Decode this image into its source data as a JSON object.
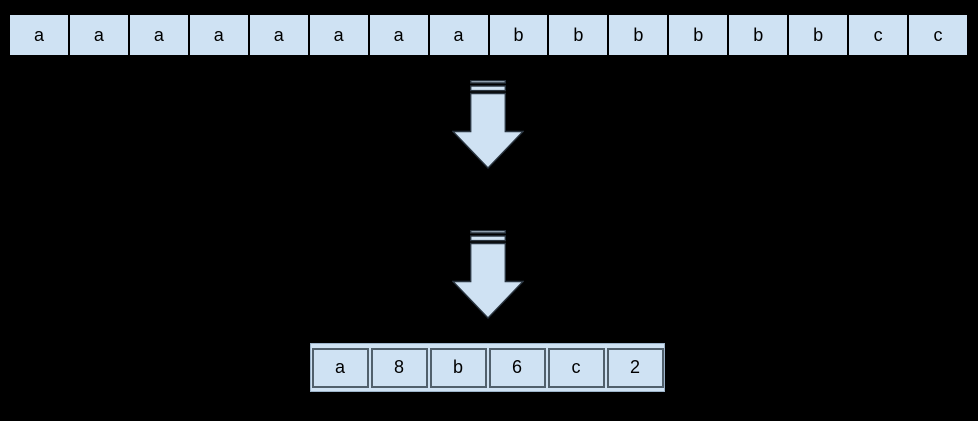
{
  "colors": {
    "background": "#000000",
    "cell_fill": "#cfe2f3",
    "top_cell_border": "#000000",
    "encoded_outer_border": "#9db4ca",
    "encoded_cell_border": "#51606c",
    "arrow_fill": "#cfe2f3",
    "arrow_stroke": "#29343f"
  },
  "icons": {
    "arrow": "striped-down-arrow"
  },
  "original_sequence": {
    "cells": [
      "a",
      "a",
      "a",
      "a",
      "a",
      "a",
      "a",
      "a",
      "b",
      "b",
      "b",
      "b",
      "b",
      "b",
      "c",
      "c"
    ]
  },
  "encoded_sequence": {
    "cells": [
      "a",
      "8",
      "b",
      "6",
      "c",
      "2"
    ]
  }
}
